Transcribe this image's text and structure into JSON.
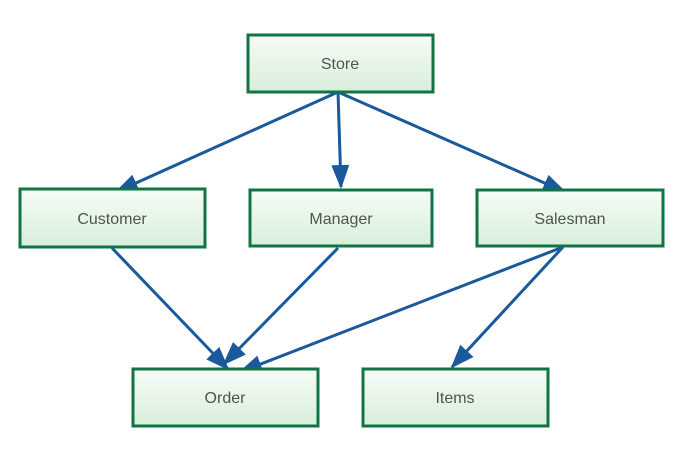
{
  "diagram": {
    "kind": "hierarchy-flow-diagram",
    "nodes": [
      {
        "id": "store",
        "label": "Store"
      },
      {
        "id": "customer",
        "label": "Customer"
      },
      {
        "id": "manager",
        "label": "Manager"
      },
      {
        "id": "salesman",
        "label": "Salesman"
      },
      {
        "id": "order",
        "label": "Order"
      },
      {
        "id": "items",
        "label": "Items"
      }
    ],
    "edges": [
      {
        "from": "Store",
        "to": "Customer"
      },
      {
        "from": "Store",
        "to": "Manager"
      },
      {
        "from": "Store",
        "to": "Salesman"
      },
      {
        "from": "Customer",
        "to": "Order"
      },
      {
        "from": "Manager",
        "to": "Order"
      },
      {
        "from": "Salesman",
        "to": "Order"
      },
      {
        "from": "Salesman",
        "to": "Items"
      }
    ],
    "colors": {
      "node_fill_top": "#f7fcf7",
      "node_fill_bottom": "#d8eeda",
      "node_border": "#117444",
      "arrow": "#1a5a9c",
      "label_text": "#4b564d",
      "background": "#ffffff"
    }
  }
}
